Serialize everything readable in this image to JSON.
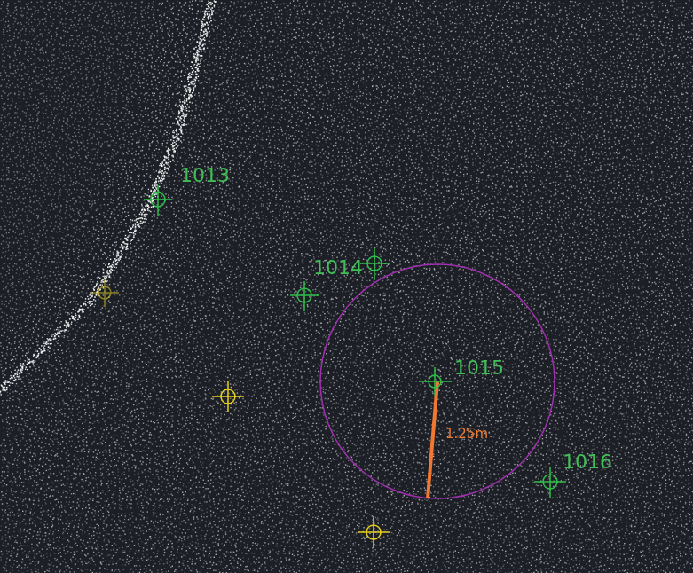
{
  "diagram": {
    "labels": [
      "1013",
      "1014",
      "1015",
      "1016",
      "1.25m"
    ]
  }
}
